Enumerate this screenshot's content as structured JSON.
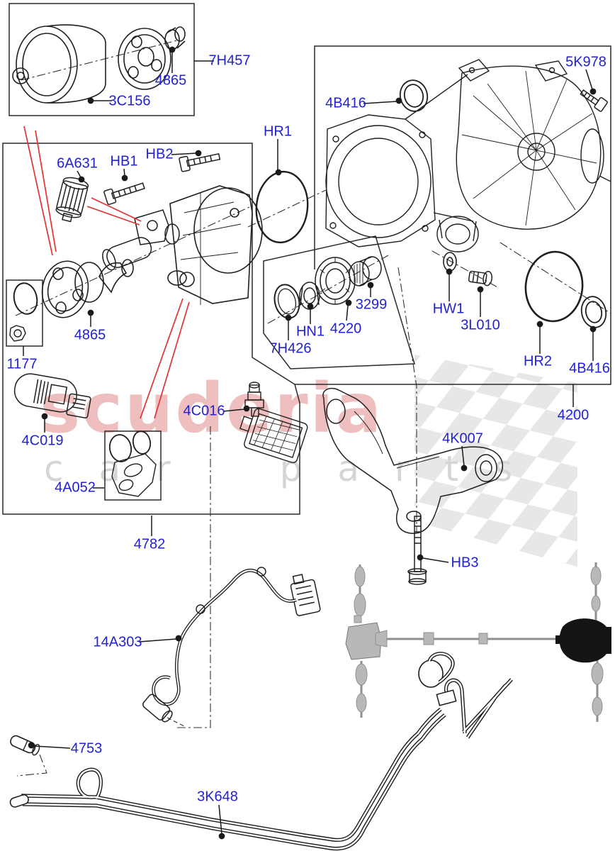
{
  "page": {
    "type": "parts-exploded-diagram",
    "subject": "rear axle differential"
  },
  "watermark": {
    "brand": "scuderia",
    "tagline": "car parts"
  },
  "colors": {
    "label_blue": "#2222d4",
    "line_black": "#1f1f1f",
    "red_locator": "#e23333",
    "watermark_pink": "#d96666",
    "watermark_gray": "#bebebe",
    "checker_gray": "#d8d8d8",
    "schematic_gray": "#a8a8a8",
    "highlight_black": "#141414"
  },
  "labels": [
    {
      "id": "7H457",
      "text": "7H457"
    },
    {
      "id": "4865-a",
      "text": "4865"
    },
    {
      "id": "3C156",
      "text": "3C156"
    },
    {
      "id": "5K978",
      "text": "5K978"
    },
    {
      "id": "4B416-a",
      "text": "4B416"
    },
    {
      "id": "HR1",
      "text": "HR1"
    },
    {
      "id": "6A631",
      "text": "6A631"
    },
    {
      "id": "HB1",
      "text": "HB1"
    },
    {
      "id": "HB2",
      "text": "HB2"
    },
    {
      "id": "4865-b",
      "text": "4865"
    },
    {
      "id": "1177",
      "text": "1177"
    },
    {
      "id": "4C019",
      "text": "4C019"
    },
    {
      "id": "4A052",
      "text": "4A052"
    },
    {
      "id": "4C016",
      "text": "4C016"
    },
    {
      "id": "4782",
      "text": "4782"
    },
    {
      "id": "7H426",
      "text": "7H426"
    },
    {
      "id": "HN1",
      "text": "HN1"
    },
    {
      "id": "4220",
      "text": "4220"
    },
    {
      "id": "3299",
      "text": "3299"
    },
    {
      "id": "HW1",
      "text": "HW1"
    },
    {
      "id": "3L010",
      "text": "3L010"
    },
    {
      "id": "HR2",
      "text": "HR2"
    },
    {
      "id": "4B416-b",
      "text": "4B416"
    },
    {
      "id": "4200",
      "text": "4200"
    },
    {
      "id": "4K007",
      "text": "4K007"
    },
    {
      "id": "HB3",
      "text": "HB3"
    },
    {
      "id": "14A303",
      "text": "14A303"
    },
    {
      "id": "4753",
      "text": "4753"
    },
    {
      "id": "3K648",
      "text": "3K648"
    }
  ]
}
